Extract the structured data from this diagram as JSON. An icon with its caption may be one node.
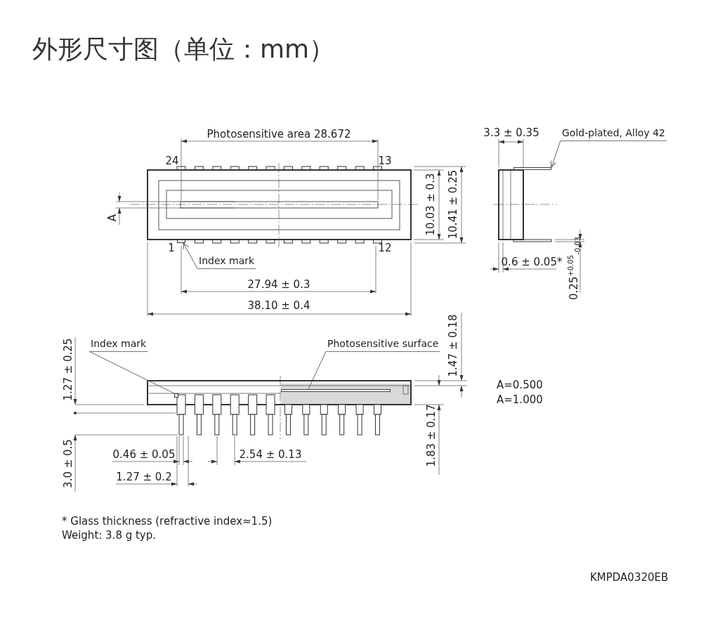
{
  "diagram": {
    "title": "外形尺寸图（单位：mm）",
    "nodes": [
      {
        "text": [
          "Index mark"
        ]
      },
      {
        "text": [],
        "shape": "box"
      },
      {
        "text": [
          "Gold-plated, Alloy 42"
        ]
      },
      {
        "text": [],
        "shape": "bar"
      },
      {
        "text": [
          "Index mark"
        ]
      },
      {
        "text": [],
        "shape": "box"
      },
      {
        "text": [
          "Photosensitive surface"
        ]
      },
      {
        "text": [],
        "shape": "bar"
      }
    ],
    "edges": [
      {
        "from": 0,
        "to": 1,
        "arrow": "to"
      },
      {
        "from": 2,
        "to": 3,
        "arrow": "to"
      },
      {
        "from": 4,
        "to": 5,
        "arrow": "none"
      },
      {
        "from": 6,
        "to": 7,
        "arrow": "none"
      }
    ],
    "labels": [
      "Photosensitive area 28.672",
      "24",
      "13",
      "A",
      "10.03 ± 0.3",
      "10.41 ± 0.25",
      "1",
      "12",
      "27.94 ± 0.3",
      "38.10 ± 0.4",
      "3.3 ± 0.35",
      "0.6 ± 0.05*",
      "0.25$^{+0.05}$$_{-0.03}$",
      "1.27 ± 0.25",
      "1.47 ± 0.18",
      "1.83 ± 0.17",
      "A=0.500",
      "A=1.000",
      "0.46 ± 0.05",
      "2.54 ± 0.13",
      "3.0 ± 0.5",
      "1.27 ± 0.2",
      "* Glass thickness (refractive index≈1.5)",
      "Weight: 3.8 g typ.",
      "KMPDA0320EB"
    ]
  }
}
